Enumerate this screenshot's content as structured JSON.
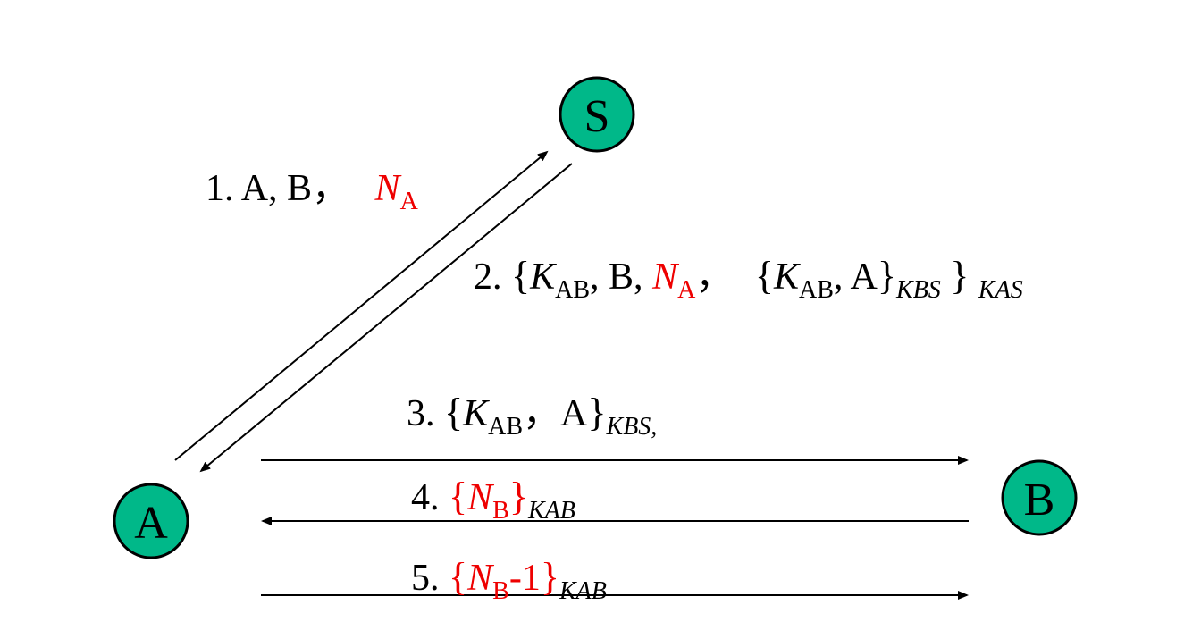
{
  "nodes": {
    "s": {
      "label": "S"
    },
    "a": {
      "label": "A"
    },
    "b": {
      "label": "B"
    }
  },
  "colors": {
    "node_fill": "#00b889",
    "nonce": "#ee0000",
    "text": "#000000"
  },
  "messages": {
    "m1": {
      "num": "1.",
      "parts": "A, B，",
      "nonce": "N",
      "nonce_sub": "A"
    },
    "m2": {
      "num": "2.",
      "open": "{",
      "k": "K",
      "k_sub": "AB",
      "mid": ", B, ",
      "nonce": "N",
      "nonce_sub": "A",
      "sep": "，",
      "open2": "{",
      "k2": "K",
      "k2_sub": "AB",
      "mid2": ", A",
      "close2": "}",
      "key2": "KBS",
      "close": "}",
      "key": "KAS"
    },
    "m3": {
      "num": "3.",
      "open": "{",
      "k": "K",
      "k_sub": "AB",
      "mid": "，A",
      "close": "}",
      "key": "KBS",
      "tail": ","
    },
    "m4": {
      "num": "4.",
      "open": "{",
      "nonce": "N",
      "nonce_sub": "B",
      "close": "}",
      "key": "KAB"
    },
    "m5": {
      "num": "5.",
      "open": "{",
      "nonce": "N",
      "nonce_sub": "B",
      "minus": "-1",
      "close": "}",
      "key": "KAB"
    }
  }
}
